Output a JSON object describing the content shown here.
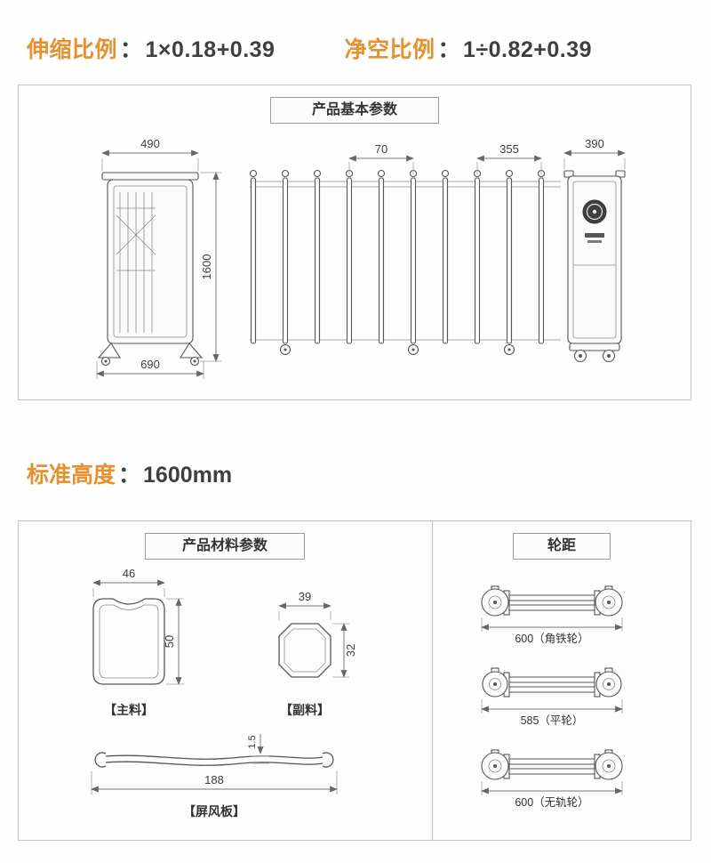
{
  "colors": {
    "accent_orange": "#e5912f",
    "text_dark": "#3f3f3f",
    "panel_border": "#c3c3c3"
  },
  "ratios": {
    "expansion": {
      "label": "伸缩比例",
      "colon": "：",
      "value": "1×0.18+0.39"
    },
    "clearance": {
      "label": "净空比例",
      "colon": "：",
      "value": "1÷0.82+0.39"
    }
  },
  "basic_panel": {
    "title": "产品基本参数",
    "dims": {
      "top_width": "490",
      "height": "1600",
      "base_width": "690",
      "fold_pitch": "70",
      "section_width": "355",
      "motor_post_width": "390"
    }
  },
  "standard_height": {
    "label": "标准高度",
    "colon": "：",
    "value": "1600mm"
  },
  "material_panel": {
    "title": "产品材料参数",
    "wheel_title": "轮距",
    "main_profile": {
      "label": "【主料】",
      "width": "46",
      "height": "50"
    },
    "sub_profile": {
      "label": "【副料】",
      "width": "39",
      "height": "32"
    },
    "screen_panel": {
      "label": "【屏风板】",
      "thickness": "1.5",
      "width": "188"
    },
    "wheel_specs": [
      {
        "label": "600（角铁轮）"
      },
      {
        "label": "585（平轮）"
      },
      {
        "label": "600（无轨轮）"
      }
    ]
  }
}
